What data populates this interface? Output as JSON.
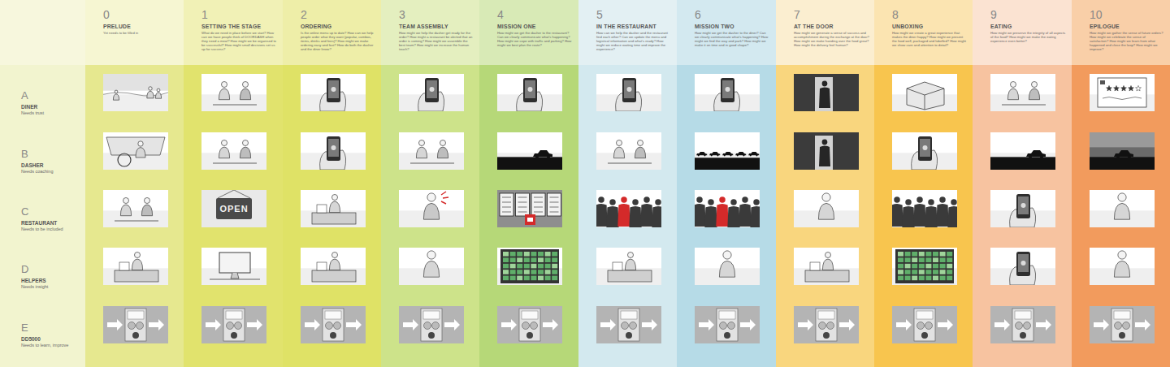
{
  "diagram": {
    "nodes": [
      {
        "text": [
          "0",
          "PRELUDE",
          "Yet needs to be filled in"
        ]
      },
      {
        "text": [
          "1",
          "SETTING THE STAGE",
          "What do we need in place before we start? How can we have people think of DOORDASH when they need a meal? How might we be organised to be successful? How might small decisions set us up for success?"
        ]
      },
      {
        "text": [
          "2",
          "ORDERING",
          "Is the online menu up to date? How can we help people order what they want (popular, combos, items, drinks and fees)? How might we make ordering easy and fast? How do both the dasher and the diner know?"
        ]
      },
      {
        "text": [
          "3",
          "TEAM ASSEMBLY",
          "How might we help the dasher get ready for the order? How might a restaurant be alerted that an order is coming? How might we assemble the best team? How might we increase the human touch?"
        ]
      },
      {
        "text": [
          "4",
          "MISSION ONE",
          "How might we get the dasher to the restaurant? Can we clearly communicate what's happening? How might we cope with traffic and parking? How might we best plan the route?"
        ]
      },
      {
        "text": [
          "5",
          "IN THE RESTAURANT",
          "How can we help the dasher and the restaurant find each other? Can we update the menu and logistical information and what's ready? How might we reduce waiting time and improve the experience?"
        ]
      },
      {
        "text": [
          "6",
          "MISSION TWO",
          "How might we get the dasher to the diner? Can we clearly communicate what's happening? How might we find the way and park? How might we make it on time and in good shape?"
        ]
      },
      {
        "text": [
          "7",
          "AT THE DOOR",
          "How might we generate a sense of success and accomplishment during the exchange at the door? How might we make handing over the food great? How might the delivery feel human?"
        ]
      },
      {
        "text": [
          "8",
          "UNBOXING",
          "How might we create a great experience that makes the diner happy? How might we present the food well, packaged and labelled? How might we show care and attention to detail?"
        ]
      },
      {
        "text": [
          "9",
          "EATING",
          "How might we preserve the integrity of all aspects of the food? How might we make the eating experience even better?"
        ]
      },
      {
        "text": [
          "10",
          "EPILOGUE",
          "How might we gather the sense of future orders? How might we celebrate the sense of satisfaction? How might we learn from what happened and close the loop? How might we improve?"
        ]
      },
      {
        "text": [
          "A",
          "DINER",
          "Needs trust"
        ]
      },
      {
        "text": [
          "B",
          "DASHER",
          "Needs coaching"
        ]
      },
      {
        "text": [
          "C",
          "RESTAURANT",
          "Needs to be included"
        ]
      },
      {
        "text": [
          "D",
          "HELPERS",
          "Needs insight"
        ]
      },
      {
        "text": [
          "E",
          "DD5000",
          "Needs to learn, improve"
        ]
      }
    ],
    "labels": [
      "OPEN"
    ]
  }
}
